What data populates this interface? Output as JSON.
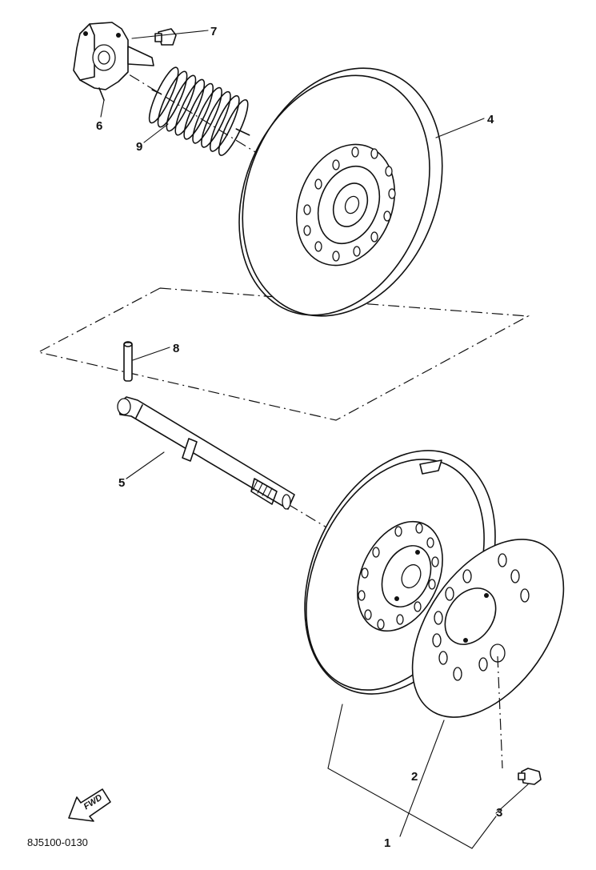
{
  "diagram": {
    "drawing_code": "8J5100-0130",
    "direction_marker": "FWD",
    "callouts": [
      {
        "id": "1",
        "label": "1"
      },
      {
        "id": "2",
        "label": "2"
      },
      {
        "id": "3",
        "label": "3"
      },
      {
        "id": "4",
        "label": "4"
      },
      {
        "id": "5",
        "label": "5"
      },
      {
        "id": "6",
        "label": "6"
      },
      {
        "id": "7",
        "label": "7"
      },
      {
        "id": "8",
        "label": "8"
      },
      {
        "id": "9",
        "label": "9"
      }
    ]
  }
}
